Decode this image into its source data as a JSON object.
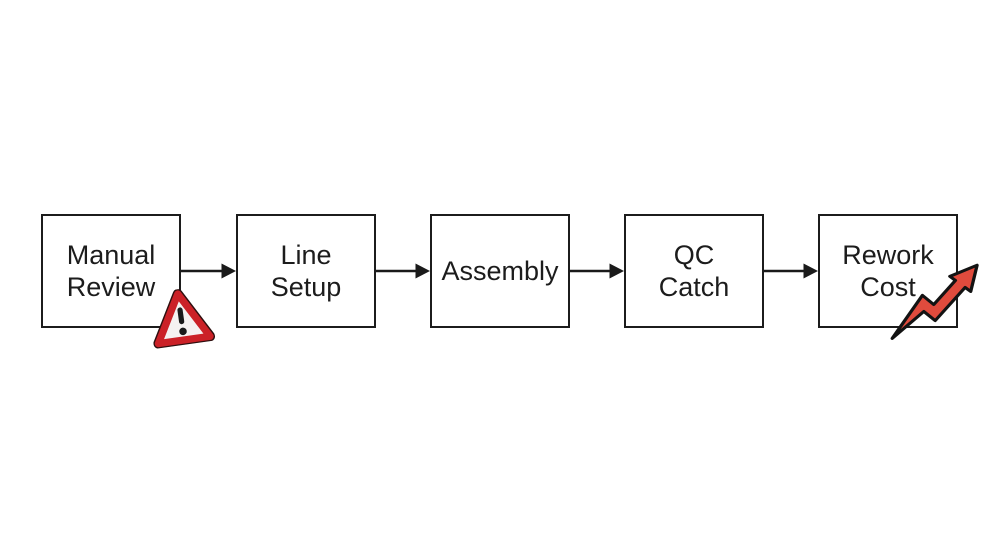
{
  "diagram": {
    "title": "",
    "nodes": [
      {
        "id": "manual-review",
        "lines": [
          "Manual",
          "Review"
        ],
        "badge": "warning-triangle-icon"
      },
      {
        "id": "line-setup",
        "lines": [
          "Line",
          "Setup"
        ],
        "badge": null
      },
      {
        "id": "assembly",
        "lines": [
          "Assembly"
        ],
        "badge": null
      },
      {
        "id": "qc-catch",
        "lines": [
          "QC",
          "Catch"
        ],
        "badge": null
      },
      {
        "id": "rework-cost",
        "lines": [
          "Rework",
          "Cost"
        ],
        "badge": "trend-up-arrow-icon"
      }
    ],
    "edges": [
      {
        "from": "manual-review",
        "to": "line-setup"
      },
      {
        "from": "line-setup",
        "to": "assembly"
      },
      {
        "from": "assembly",
        "to": "qc-catch"
      },
      {
        "from": "qc-catch",
        "to": "rework-cost"
      }
    ],
    "colors": {
      "page_background": "#ffffff",
      "node_fill": "#ffffff",
      "node_border": "#1c1c1c",
      "text": "#1c1c1c",
      "connector": "#1a1a1a",
      "warning_red": "#cb2127",
      "warning_fill": "#f5f2f1",
      "trend_arrow_red": "#e04b3d"
    }
  }
}
